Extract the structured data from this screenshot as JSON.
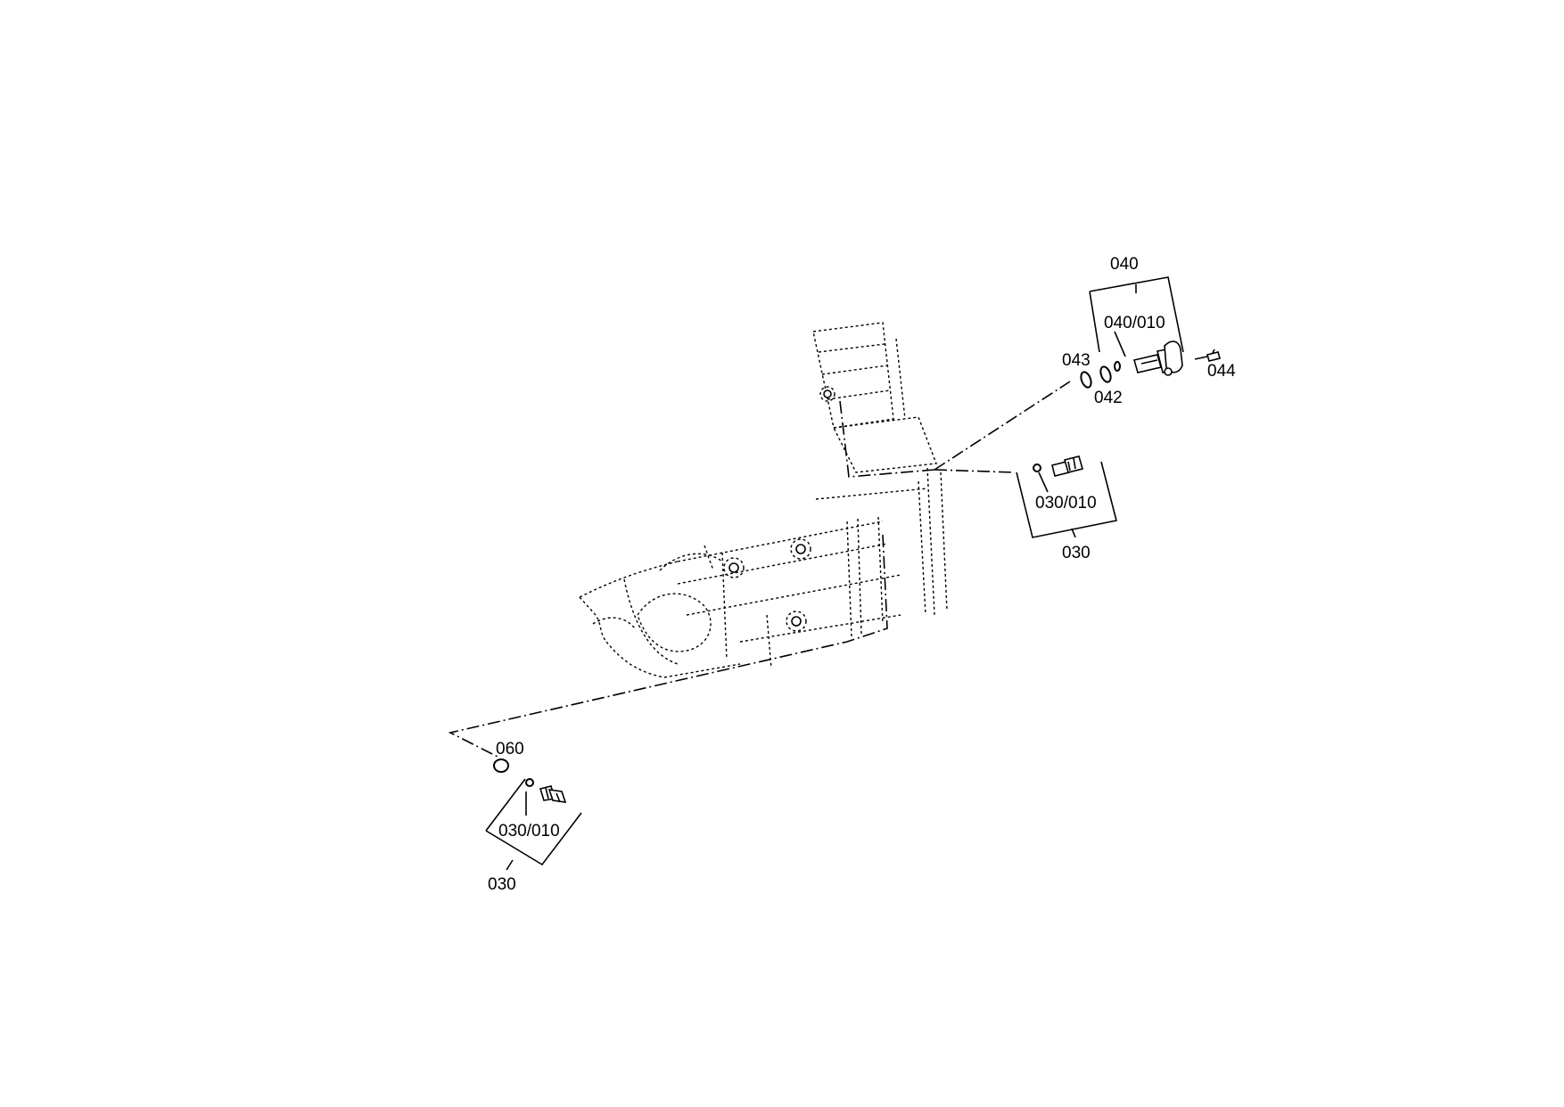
{
  "callouts": {
    "c040": "040",
    "c040_010": "040/010",
    "c043": "043",
    "c042": "042",
    "c044": "044",
    "c030_010_right": "030/010",
    "c030_right": "030",
    "c060": "060",
    "c030_010_left": "030/010",
    "c030_left": "030"
  },
  "icons": {
    "engine_block": "engine-housing-outline",
    "sensor_040": "speed-sensor",
    "sensor_030": "pressure-switch",
    "seal_ring": "o-ring"
  }
}
